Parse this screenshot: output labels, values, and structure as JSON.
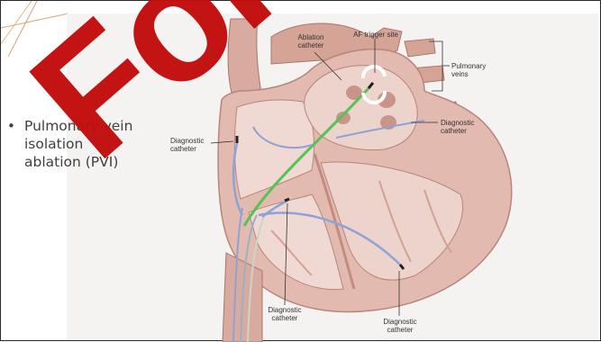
{
  "slide": {
    "bullet": "Pulmonary vein isolation ablation (PVI)"
  },
  "figure": {
    "labels": {
      "ablation_catheter": "Ablation catheter",
      "af_trigger_site": "AF trigger site",
      "pulmonary_veins": "Pulmonary veins",
      "diagnostic_catheter_left": "Diagnostic catheter",
      "diagnostic_catheter_right": "Diagnostic catheter",
      "diagnostic_catheter_bottom_center": "Diagnostic catheter",
      "diagnostic_catheter_bottom_right": "Diagnostic catheter"
    },
    "colors": {
      "heart_tissue": "#e2bab0",
      "heart_dark": "#c9958a",
      "chamber": "#efd9d2",
      "ablation_catheter": "#55c257",
      "diagnostic_catheter": "#8fa2d8"
    }
  },
  "watermark": {
    "text": "For",
    "color": "#c20c0c"
  }
}
